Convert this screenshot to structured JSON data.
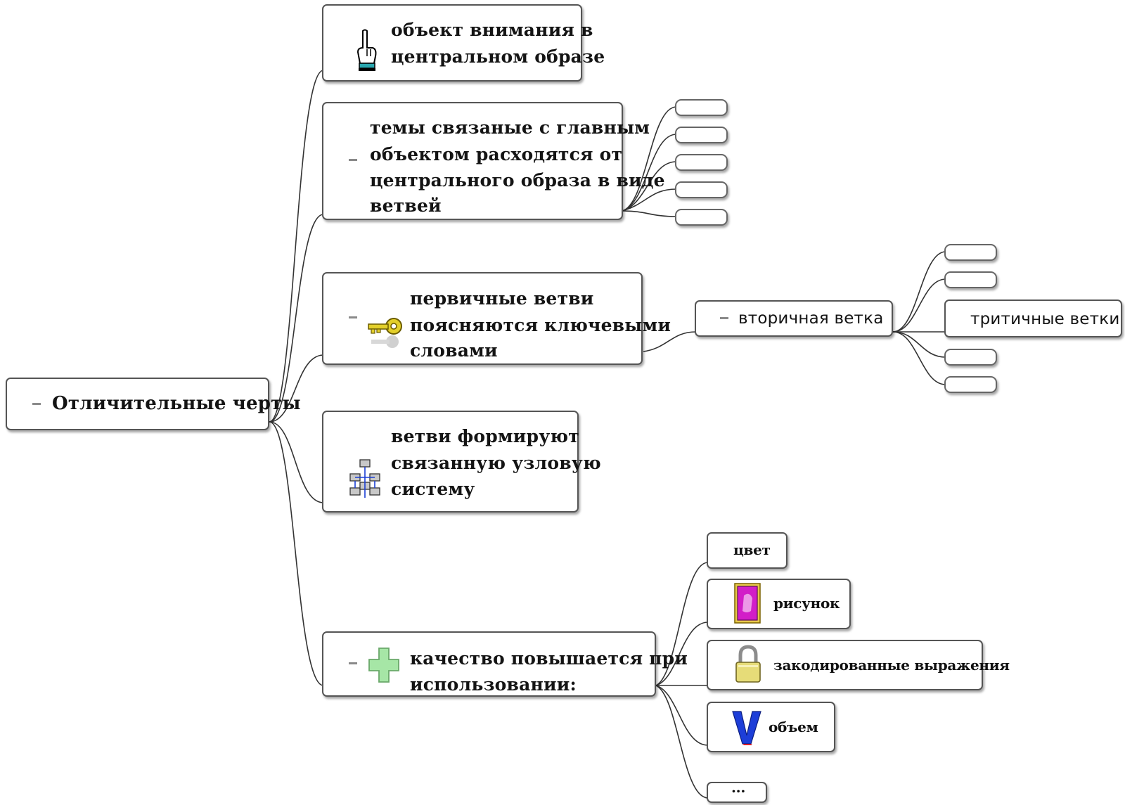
{
  "root": {
    "label": "Отличительные черты"
  },
  "branches": [
    {
      "id": "b1",
      "lines": [
        "объект внимания в",
        "центральном образе"
      ],
      "icon": "pointing-hand-icon"
    },
    {
      "id": "b2",
      "lines": [
        "темы связаные с главным",
        "объектом расходятся от",
        "центрального образа в виде",
        "ветвей"
      ],
      "icon": ""
    },
    {
      "id": "b3",
      "lines": [
        "первичные ветви",
        "поясняются ключевыми",
        "словами"
      ],
      "icon": "key-icon"
    },
    {
      "id": "b4",
      "lines": [
        "ветви формируют",
        "связанную узловую",
        "систему"
      ],
      "icon": "network-icon"
    },
    {
      "id": "b5",
      "lines": [
        "качество повышается при",
        "использовании:"
      ],
      "icon": "plus-icon"
    }
  ],
  "secondary": {
    "label": "вторичная ветка"
  },
  "tertiary": {
    "label": "тритичные ветки"
  },
  "usage_items": [
    {
      "label": "цвет",
      "icon": ""
    },
    {
      "label": "рисунок",
      "icon": "picture-icon"
    },
    {
      "label": "закодированные выражения",
      "icon": "lock-icon"
    },
    {
      "label": "объем",
      "icon": "v-letter-icon"
    },
    {
      "label": "...",
      "icon": ""
    }
  ],
  "colors": {
    "line": "#333333",
    "border": "#555555",
    "minus": "#8a8a8a",
    "plus": "#9be09b",
    "key": "#d8c020"
  }
}
